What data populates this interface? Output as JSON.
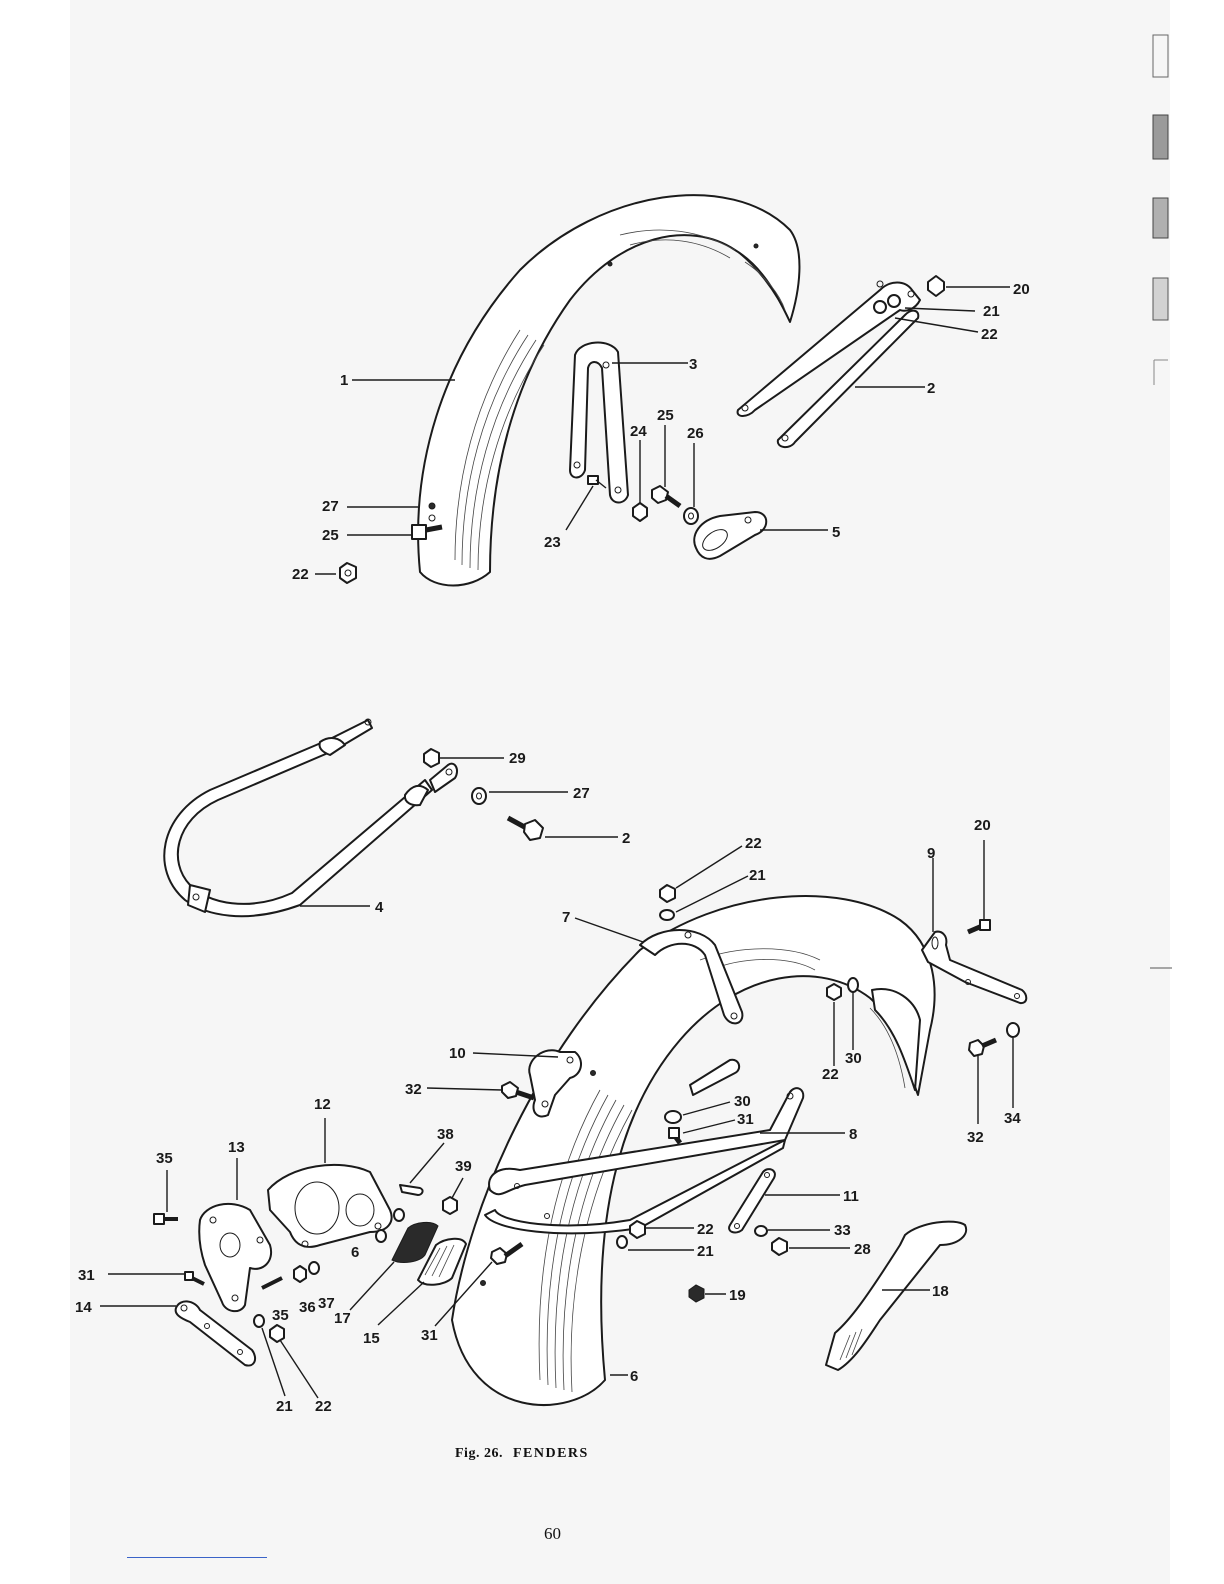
{
  "figure": {
    "caption_label": "Fig. 26.",
    "caption_title": "FENDERS"
  },
  "page_number": "60",
  "callouts": {
    "front": [
      "1",
      "2",
      "3",
      "5",
      "20",
      "21",
      "22",
      "23",
      "24",
      "25",
      "26",
      "27",
      "25",
      "22"
    ],
    "rear": [
      "29",
      "27",
      "2",
      "4",
      "22",
      "21",
      "7",
      "20",
      "9",
      "10",
      "32",
      "22",
      "30",
      "32",
      "34",
      "30",
      "31",
      "8",
      "12",
      "13",
      "35",
      "38",
      "39",
      "6",
      "17",
      "15",
      "31",
      "11",
      "22",
      "21",
      "33",
      "28",
      "19",
      "18",
      "31",
      "14",
      "35",
      "36",
      "37",
      "21",
      "22",
      "6"
    ]
  }
}
